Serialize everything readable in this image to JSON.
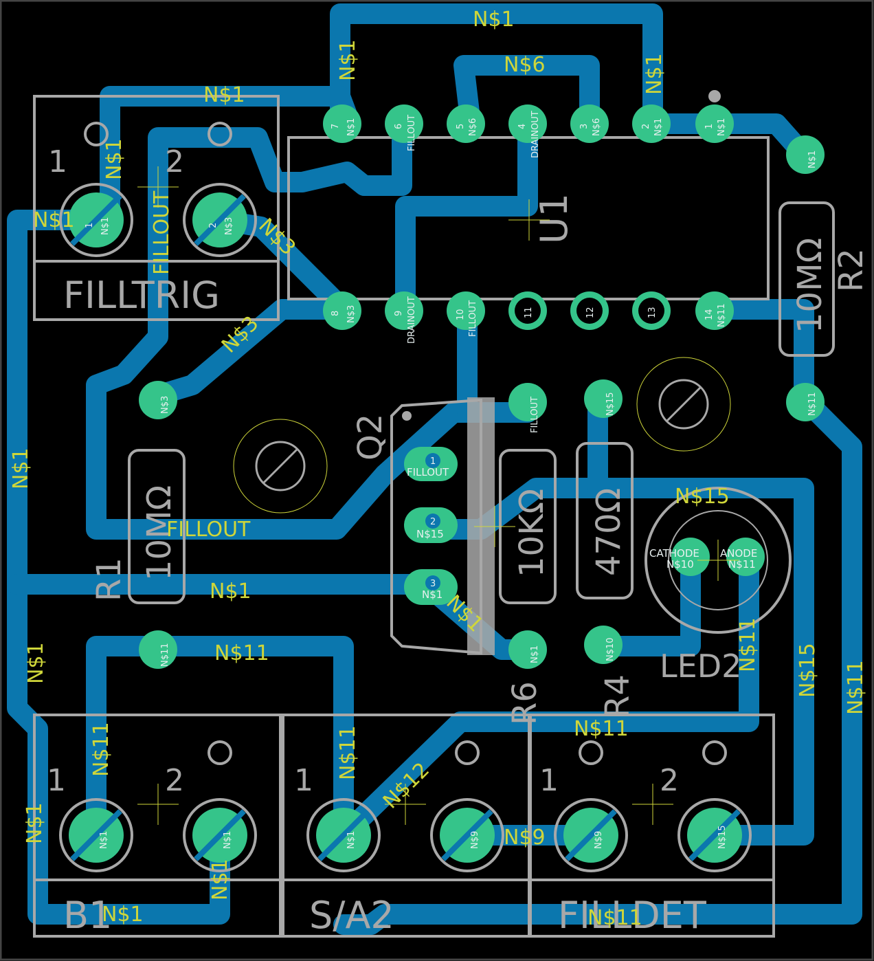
{
  "colors": {
    "background": "#000000",
    "trace": "#0b77ae",
    "pad": "#35c48a",
    "silkscreen": "#a8a8a8",
    "label": "#cfd63a"
  },
  "components": {
    "u1": "U1",
    "q2": "Q2",
    "r1": "R1",
    "r1_value": "10MΩ",
    "r2": "R2",
    "r2_value": "10MΩ",
    "r4": "R4",
    "r4_value": "470Ω",
    "r6": "R6",
    "r6_value": "10KΩ",
    "led2": "LED2",
    "led_cathode": "CATHODE",
    "led_anode": "ANODE",
    "filltrig": "FILLTRIG",
    "b1": "B1",
    "sa2": "S/A2",
    "filldet": "FILLDET"
  },
  "terminal_pins": {
    "one": "1",
    "two": "2"
  },
  "u1_pins": [
    {
      "num": "7",
      "net": "N$1"
    },
    {
      "num": "6",
      "net": "FILLOUT"
    },
    {
      "num": "5",
      "net": "N$6"
    },
    {
      "num": "4",
      "net": "DRAINOUT"
    },
    {
      "num": "3",
      "net": "N$6"
    },
    {
      "num": "2",
      "net": "N$1"
    },
    {
      "num": "1",
      "net": "N$1"
    },
    {
      "num": "8",
      "net": "N$3"
    },
    {
      "num": "9",
      "net": "DRAINOUT"
    },
    {
      "num": "10",
      "net": "FILLOUT"
    },
    {
      "num": "11",
      "net": ""
    },
    {
      "num": "12",
      "net": ""
    },
    {
      "num": "13",
      "net": ""
    },
    {
      "num": "14",
      "net": "N$11"
    }
  ],
  "q2_pins": [
    {
      "num": "1",
      "net": "FILLOUT"
    },
    {
      "num": "2",
      "net": "N$15"
    },
    {
      "num": "3",
      "net": "N$1"
    }
  ],
  "pad_nets": {
    "filltrig1": "N$1",
    "filltrig2": "N$3",
    "r1_top": "N$3",
    "r1_bot": "N$11",
    "r2_top": "N$1",
    "r2_bot": "N$11",
    "r6_top": "FILLOUT",
    "r6_bot": "N$1",
    "r4_top": "N$15",
    "r4_bot": "N$10",
    "led_k": "N$10",
    "led_a": "N$11",
    "b1_1": "N$1",
    "b1_2": "N$1",
    "sa2_1": "N$1",
    "sa2_2": "N$9",
    "filldet1": "N$9",
    "filldet2": "N$15"
  },
  "net_labels": {
    "n1": "N$1",
    "n3": "N$3",
    "n6": "N$6",
    "n9": "N$9",
    "n11": "N$11",
    "n12": "N$12",
    "n15": "N$15",
    "fillout": "FILLOUT",
    "n1_overlap": "N$11"
  }
}
